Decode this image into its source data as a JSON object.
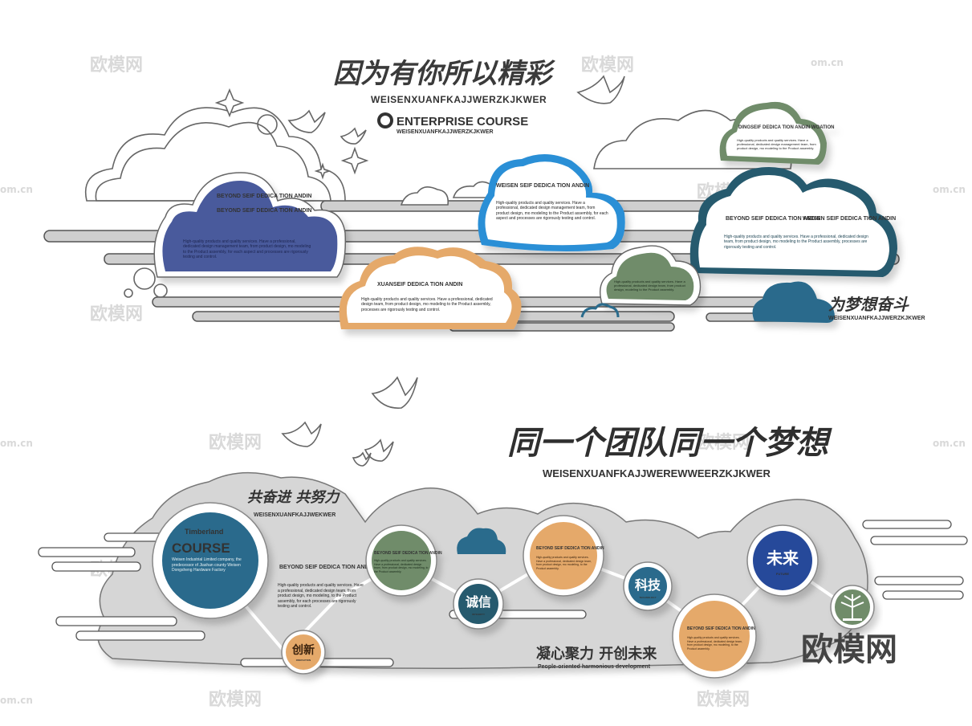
{
  "watermark": {
    "text": "欧模网",
    "site": "om.cn",
    "brand_large": "欧模网"
  },
  "top_panel": {
    "title_cn": "因为有你所以精彩",
    "subtitle": "WEISENXUANFKAJJWERZKJKWER",
    "course_title": "ENTERPRISE COURSE",
    "course_sub": "WEISENXUANFKAJJWERZKJKWER",
    "slogan_cn": "为梦想奋斗",
    "slogan_en": "WEISENXUANFKAJJWERZKJKWER",
    "panels": [
      {
        "heading": "BEYOND SEIF DEDICA TION ANDIN",
        "heading2": "BEYOND SEIF DEDICA TION ANDIN",
        "text": "High-quality products and quality services. Have a professional, dedicated design management team, from product design, mo modeling to the Product assembly, for each aspect and processes are rigorously testing and control."
      },
      {
        "heading": "XUANSEIF DEDICA TION ANDIN",
        "text": "High-quality products and quality services. Have a professional, dedicated design team, from product design, mo modeling to the Product assembly, processes are rigorously testing and control."
      },
      {
        "heading": "WEISEN SEIF DEDICA TION ANDIN",
        "text": "High-quality products and quality services. Have a professional, dedicated design management team, from product design, mo modeling to the Product assembly, for each aspect and processes are rigorously testing and control."
      },
      {
        "heading": "DINGSEIF DEDICA TION ANDIN WOATION",
        "text": "High-quality products and quality services. Have a professional, dedicated design management team, from product design, mo modeling to the Product assembly."
      },
      {
        "heading": "BEYOND SEIF DEDICA TION ANDIN",
        "heading2": "WEISEN SEIF DEDICA TION ANDIN",
        "text": "High-quality products and quality services. Have a professional, dedicated design team, from product design, mo modeling to the Product assembly, processes are rigorously testing and control."
      },
      {
        "heading": "",
        "text": "High-quality products and quality services. Have a professional, dedicated design team, from product design, modeling to the Product assembly."
      }
    ]
  },
  "bottom_panel": {
    "title_cn": "同一个团队同一个梦想",
    "subtitle": "WEISENXUANFKAJJWEREWWEERZKJKWER",
    "slogan_cn": "共奋进 共努力",
    "slogan_en": "WEISENXUANFKAJJWEKWER",
    "course_brand": "Timberland",
    "course_title": "COURSE",
    "course_text": "Weisen Industrial Limited company, the predecessor of Jiashan county Weisen Dongsheng Hardware Factory",
    "beyond_heading": "BEYOND SEIF DEDICA TION ANDIN",
    "beyond_text": "High-quality products and quality services. Have a professional, dedicated design team, from product design, mo modeling, to the Product assembly, for each processes are rigorously testing and control.",
    "circles": [
      {
        "label": "创新",
        "sub": "INNOVATION"
      },
      {
        "label": "诚信",
        "sub": "INTEGRITY"
      },
      {
        "label": "科技",
        "sub": "TECHNOLOGY"
      },
      {
        "label": "未来",
        "sub": "FUTURE"
      }
    ],
    "info_circles": [
      {
        "heading": "BEYOND SEIF DEDICA TION ANDIN",
        "text": "High-quality products and quality services. Have a professional, dedicated design team, from product design, mo modeling, to the Product assembly."
      },
      {
        "heading": "BEYOND SEIF DEDICA TION ANDIN",
        "text": "High-quality products and quality services. Have a professional, dedicated design team, from product design, mo modeling, to the Product assembly."
      },
      {
        "heading": "BEYOND SEIF DEDICA TION ANDIN",
        "text": "High-quality products and quality services. Have a professional, dedicated design team, from product design, mo modeling, to the Product assembly."
      }
    ],
    "motto_cn": "凝心聚力 开创未来",
    "motto_en": "People-oriented harmonious development"
  },
  "colors": {
    "navy": "#4a5a9c",
    "orange": "#e5a96a",
    "sky": "#2b8fd6",
    "sage": "#6f8c6b",
    "teal_dark": "#285a6e",
    "blue_mid": "#2a6b8c",
    "royal": "#25489a",
    "grey_cloud": "#cfcfcf",
    "grey_dark": "#9a9a9a"
  }
}
